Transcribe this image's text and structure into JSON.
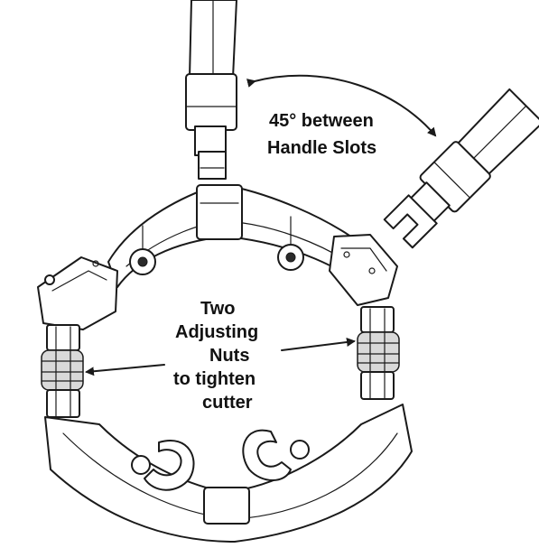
{
  "labels": {
    "handle_angle_line1": "45° between",
    "handle_angle_line2": "Handle Slots",
    "adjust_line1": "Two",
    "adjust_line2": "Adjusting",
    "adjust_line3": "Nuts",
    "adjust_line4": "to tighten",
    "adjust_line5": "cutter"
  },
  "colors": {
    "ink": "#1a1a1a",
    "shade": "#d9d9d9",
    "background": "#ffffff"
  },
  "icons": {
    "arrow": "curved-double-arrow",
    "pointer": "straight-arrow"
  }
}
